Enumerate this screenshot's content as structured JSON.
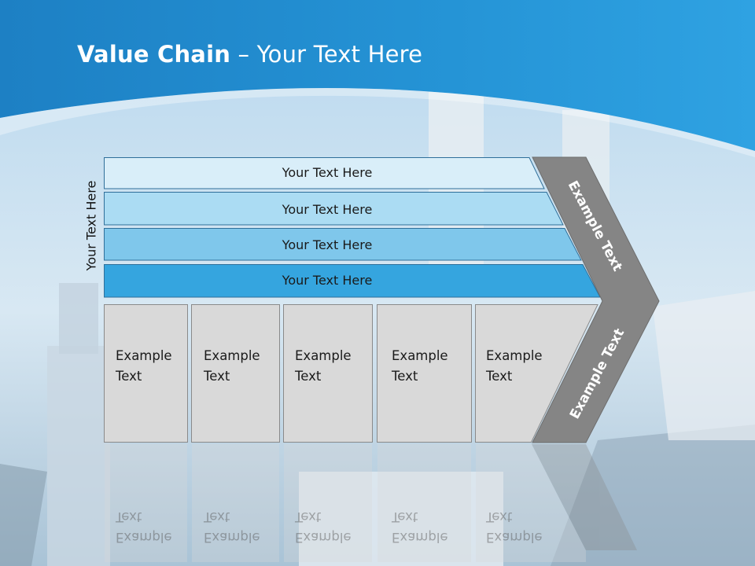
{
  "title": {
    "bold": "Value Chain",
    "rest": " – Your Text Here"
  },
  "side_label": "Your Text Here",
  "bars": [
    {
      "label": "Your Text Here",
      "color": "#d9eef9"
    },
    {
      "label": "Your Text Here",
      "color": "#abdcf3"
    },
    {
      "label": "Your Text Here",
      "color": "#7fc7eb"
    },
    {
      "label": "Your Text Here",
      "color": "#35a5df"
    }
  ],
  "boxes": [
    {
      "line1": "Example",
      "line2": "Text"
    },
    {
      "line1": "Example",
      "line2": "Text"
    },
    {
      "line1": "Example",
      "line2": "Text"
    },
    {
      "line1": "Example",
      "line2": "Text"
    },
    {
      "line1": "Example",
      "line2": "Text"
    }
  ],
  "arrow": {
    "upper_text": "Example Text",
    "lower_text": "Example Text",
    "color": "#858585"
  },
  "colors": {
    "header_blue": "#1f8ed0",
    "box_gray": "#d9d9d9"
  }
}
